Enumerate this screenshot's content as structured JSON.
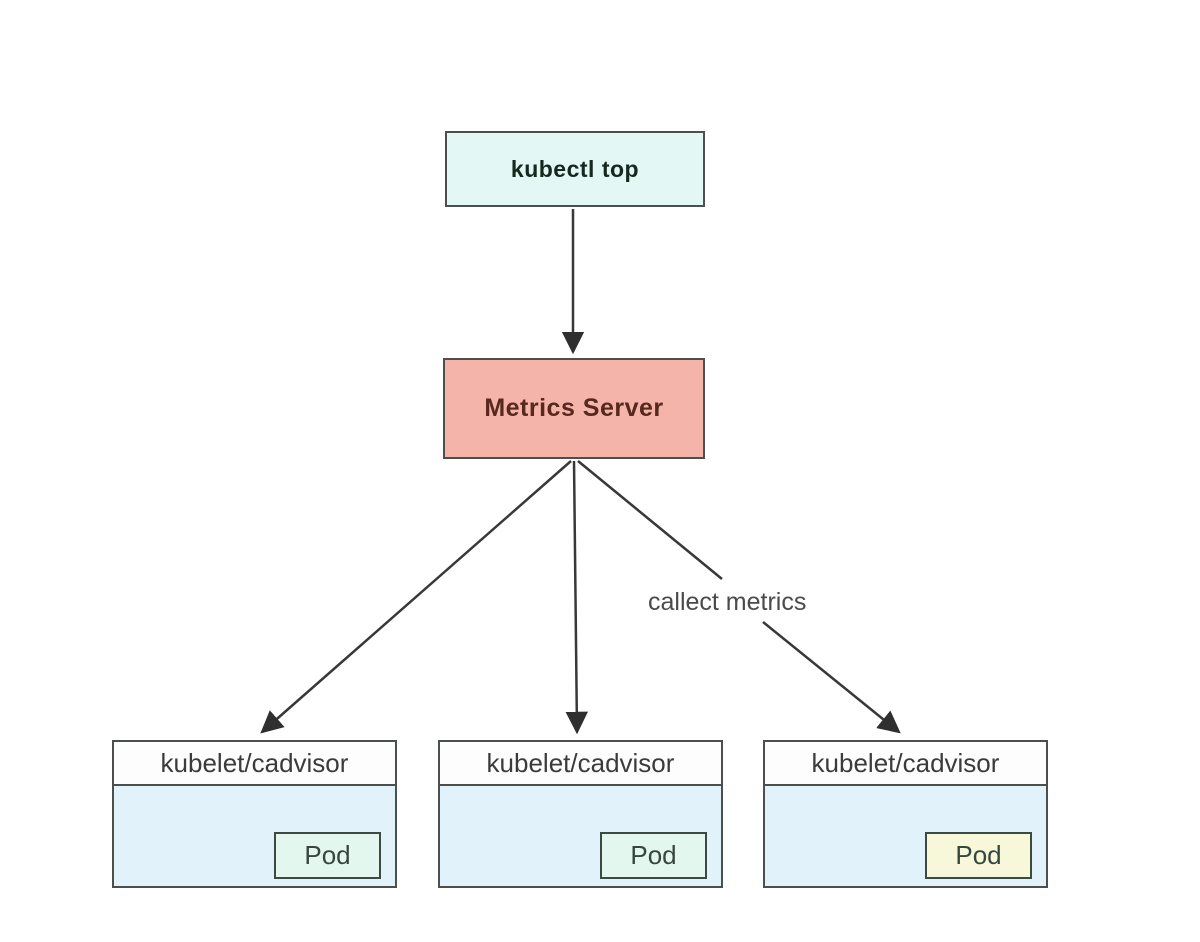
{
  "diagram": {
    "title_node": {
      "label": "kubectl top",
      "fill": "#e3f8f4",
      "text_color": "#17281f"
    },
    "metrics_node": {
      "label": "Metrics Server",
      "fill": "#f5b4aa",
      "text_color": "#56281e"
    },
    "workers": [
      {
        "header": "kubelet/cadvisor",
        "pod_label": "Pod",
        "pod_fill": "#e3f7ef",
        "body_fill": "#e1f2fb"
      },
      {
        "header": "kubelet/cadvisor",
        "pod_label": "Pod",
        "pod_fill": "#e3f7ef",
        "body_fill": "#e1f2fb"
      },
      {
        "header": "kubelet/cadvisor",
        "pod_label": "Pod",
        "pod_fill": "#f7f8da",
        "body_fill": "#e1f2fb"
      }
    ],
    "edge_label": "callect metrics",
    "arrow_color": "#383838",
    "border_color": "#4b4f4e",
    "background": "#ffffff"
  }
}
